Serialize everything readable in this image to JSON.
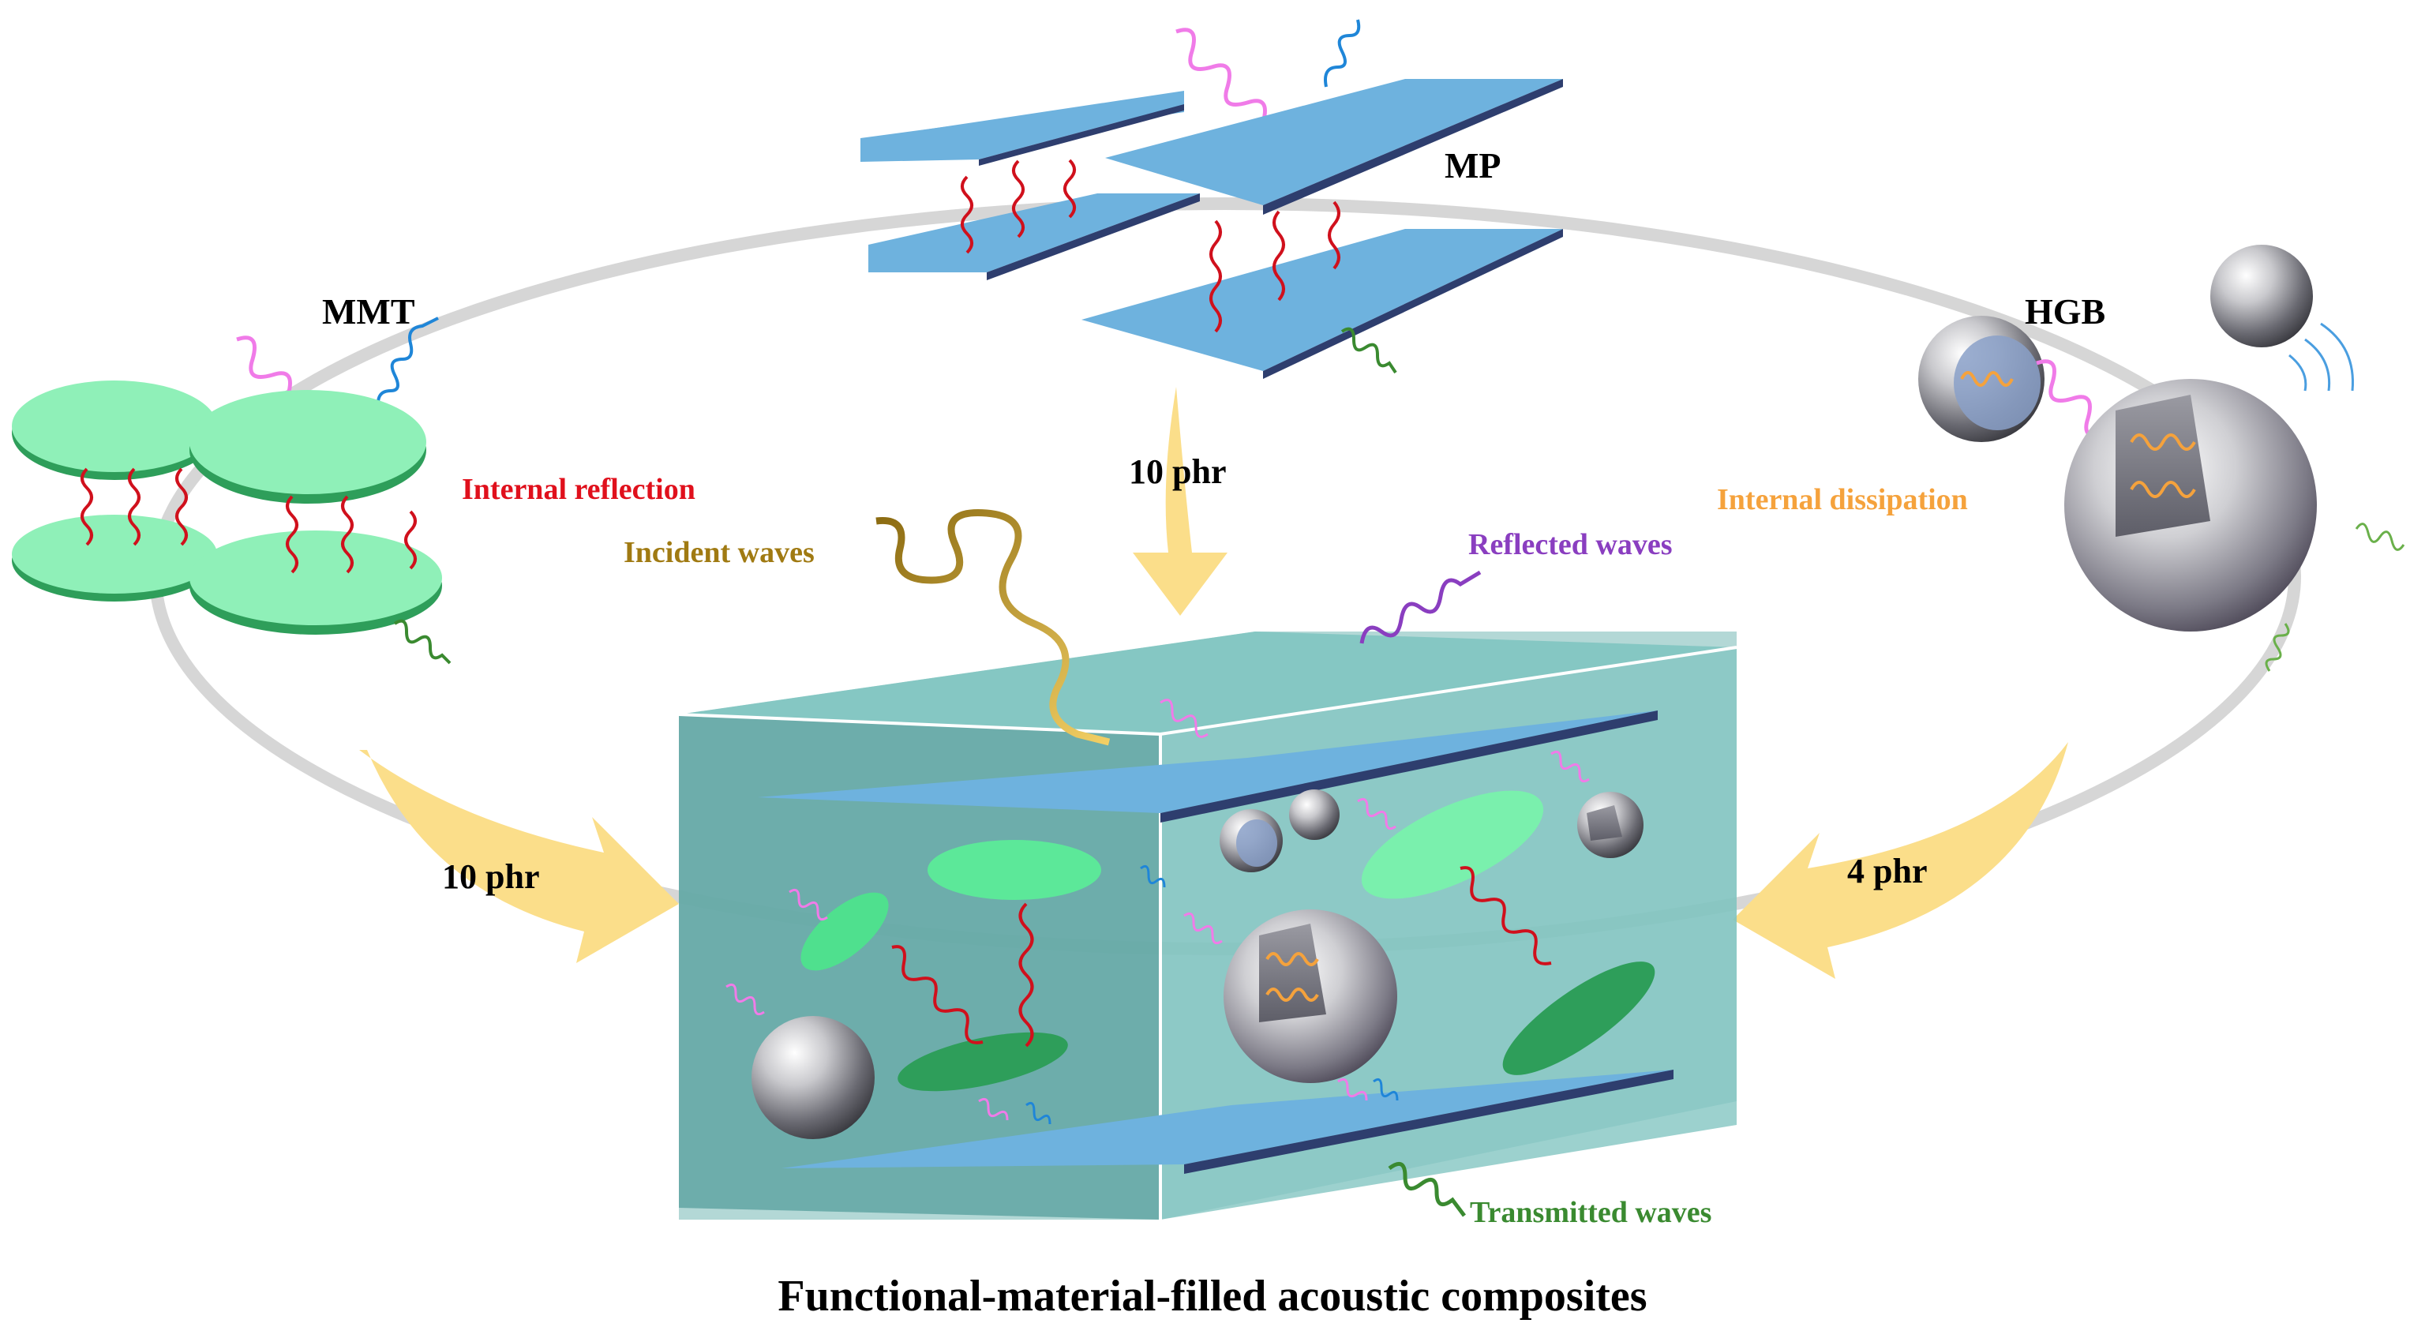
{
  "labels": {
    "mp": "MP",
    "mmt": "MMT",
    "hgb": "HGB",
    "mp_amount": "10 phr",
    "mmt_amount": "10 phr",
    "hgb_amount": "4 phr",
    "internal_reflection": "Internal reflection",
    "internal_dissipation": "Internal dissipation",
    "incident_waves": "Incident waves",
    "reflected_waves": "Reflected waves",
    "transmitted_waves": "Transmitted waves",
    "caption": "Functional-material-filled acoustic composites"
  },
  "colors": {
    "plate_blue": "#6EB2DE",
    "plate_edge": "#2E3E6E",
    "disc_green": "#8FF0B8",
    "disc_dark_green": "#2E9E5A",
    "composite_teal": "#6FB6B0",
    "arrow_yellow": "#FBDE8A",
    "reflection_red": "#E0101C",
    "dissipation_orange": "#F5A23C",
    "incident_brown": "#A07A12",
    "reflected_purple": "#8A3EC0",
    "transmitted_green": "#3A8A30",
    "pink_wave": "#F07BE8",
    "blue_wave": "#1F86D8"
  }
}
